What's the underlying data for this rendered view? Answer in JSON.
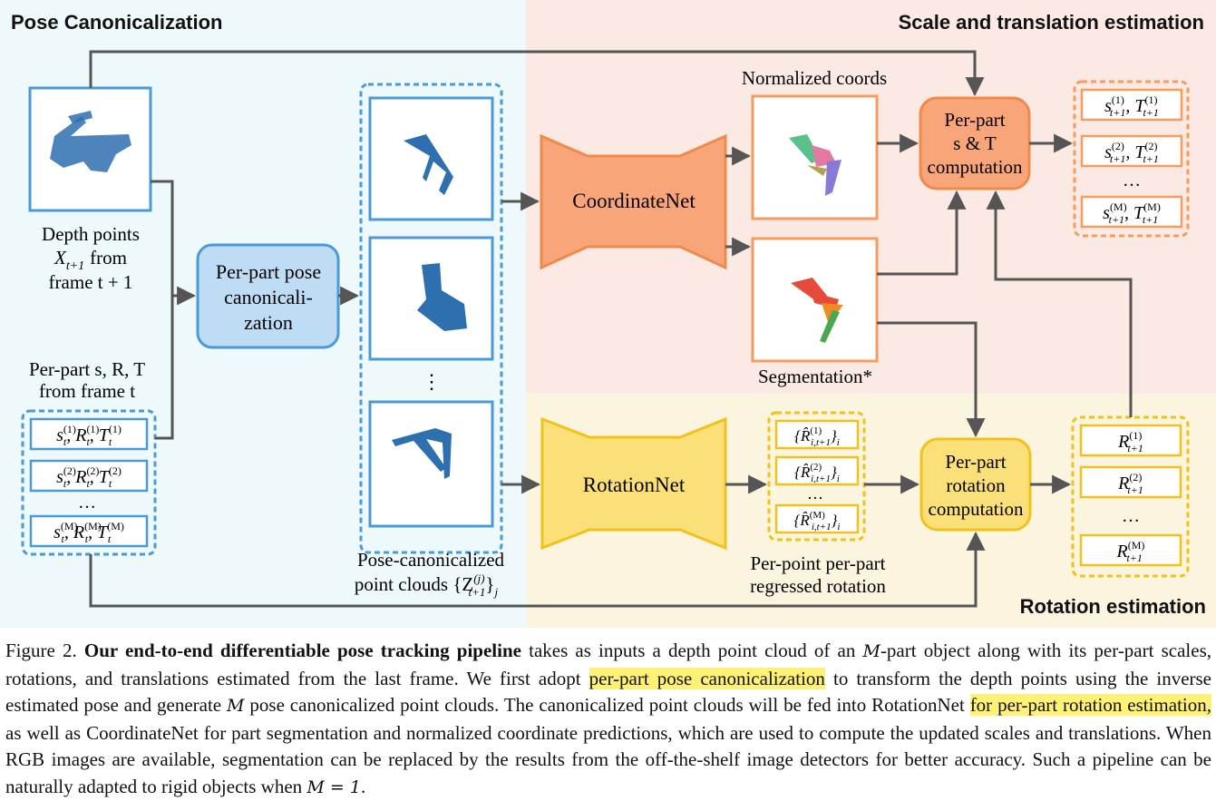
{
  "sections": {
    "pose_canonicalization": "Pose Canonicalization",
    "scale_translation": "Scale and translation estimation",
    "rotation_estimation": "Rotation estimation"
  },
  "colors": {
    "bg_left": "#eef9fb",
    "bg_scale": "#fbe9e3",
    "bg_rotation": "#fbf4df",
    "blue": "#4a9ad6",
    "orange": "#f59c5f",
    "yellow": "#f3c219",
    "arrow": "#555555",
    "highlight": "#fff176"
  },
  "labels": {
    "depth_points": [
      "Depth points",
      "X",
      "t+1",
      "from",
      "frame t + 1"
    ],
    "per_part_srt": [
      "Per-part s, R, T",
      "from frame t"
    ],
    "canon_box": [
      "Per-part pose",
      "canonicali-",
      "zation"
    ],
    "pose_canon_caption": [
      "Pose-canonicalized",
      "point clouds {Z",
      "(j)",
      "t+1",
      "}",
      "j"
    ],
    "coordinatenet": "CoordinateNet",
    "rotationnet": "RotationNet",
    "normalized_coords": "Normalized coords",
    "segmentation": "Segmentation*",
    "st_box": [
      "Per-part",
      "s & T",
      "computation"
    ],
    "rot_box": [
      "Per-part",
      "rotation",
      "computation"
    ],
    "regressed": [
      "Per-point per-part",
      "regressed rotation"
    ],
    "dots": "…",
    "vdots": "⋮"
  },
  "caption": {
    "prefix": "Figure 2. ",
    "bold": "Our end-to-end differentiable pose tracking pipeline",
    "t1": " takes as inputs a depth point cloud of an ",
    "m1": "M",
    "t2": "-part object along with its per-part scales, rotations, and translations estimated from the last frame. We first adopt ",
    "hl1": "per-part pose canonicalization",
    "t3": " to transform the depth points using the inverse estimated pose and generate ",
    "m2": "M",
    "t4": " pose canonicalized point clouds. The canonicalized point clouds will be fed into RotationNet ",
    "hl2": "for per-part rotation estimation,",
    "t5": " as well as CoordinateNet for part segmentation and normalized coordinate predictions, which are used to compute the updated scales and translations. When RGB images are available, segmentation can be replaced by the results from the off-the-shelf image detectors for better accuracy. Such a pipeline can be naturally adapted to rigid objects when ",
    "m3": "M = 1",
    "t6": "."
  }
}
